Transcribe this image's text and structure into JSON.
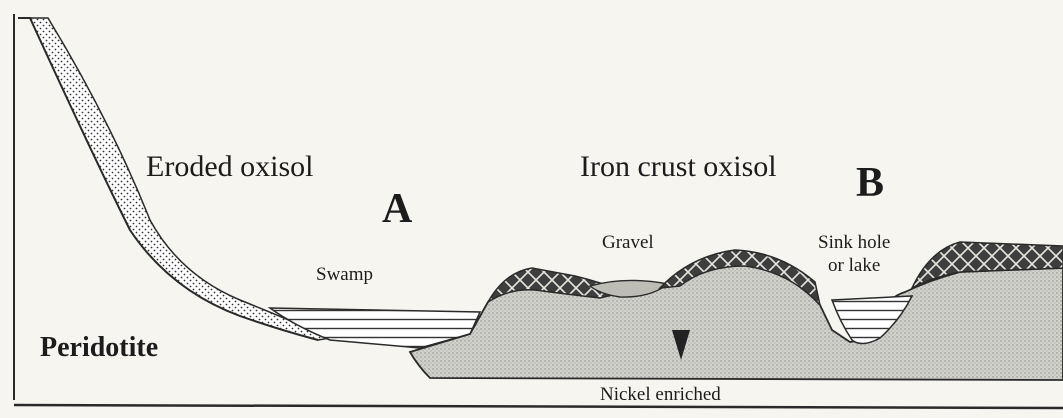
{
  "labels": {
    "eroded_oxisol": "Eroded oxisol",
    "iron_crust_oxisol": "Iron crust oxisol",
    "zone_a": "A",
    "zone_b": "B",
    "gravel": "Gravel",
    "swamp": "Swamp",
    "sink_hole_line1": "Sink hole",
    "sink_hole_line2": "or lake",
    "peridotite": "Peridotite",
    "nickel_enriched": "Nickel enriched"
  },
  "colors": {
    "background": "#f7f5f0",
    "outline": "#2a2a2a",
    "iron_crust": "#4a4a4a",
    "nickel_zone": "#c9c9c4",
    "gravel": "#b8b8b2",
    "eroded_band": "#ffffff"
  }
}
